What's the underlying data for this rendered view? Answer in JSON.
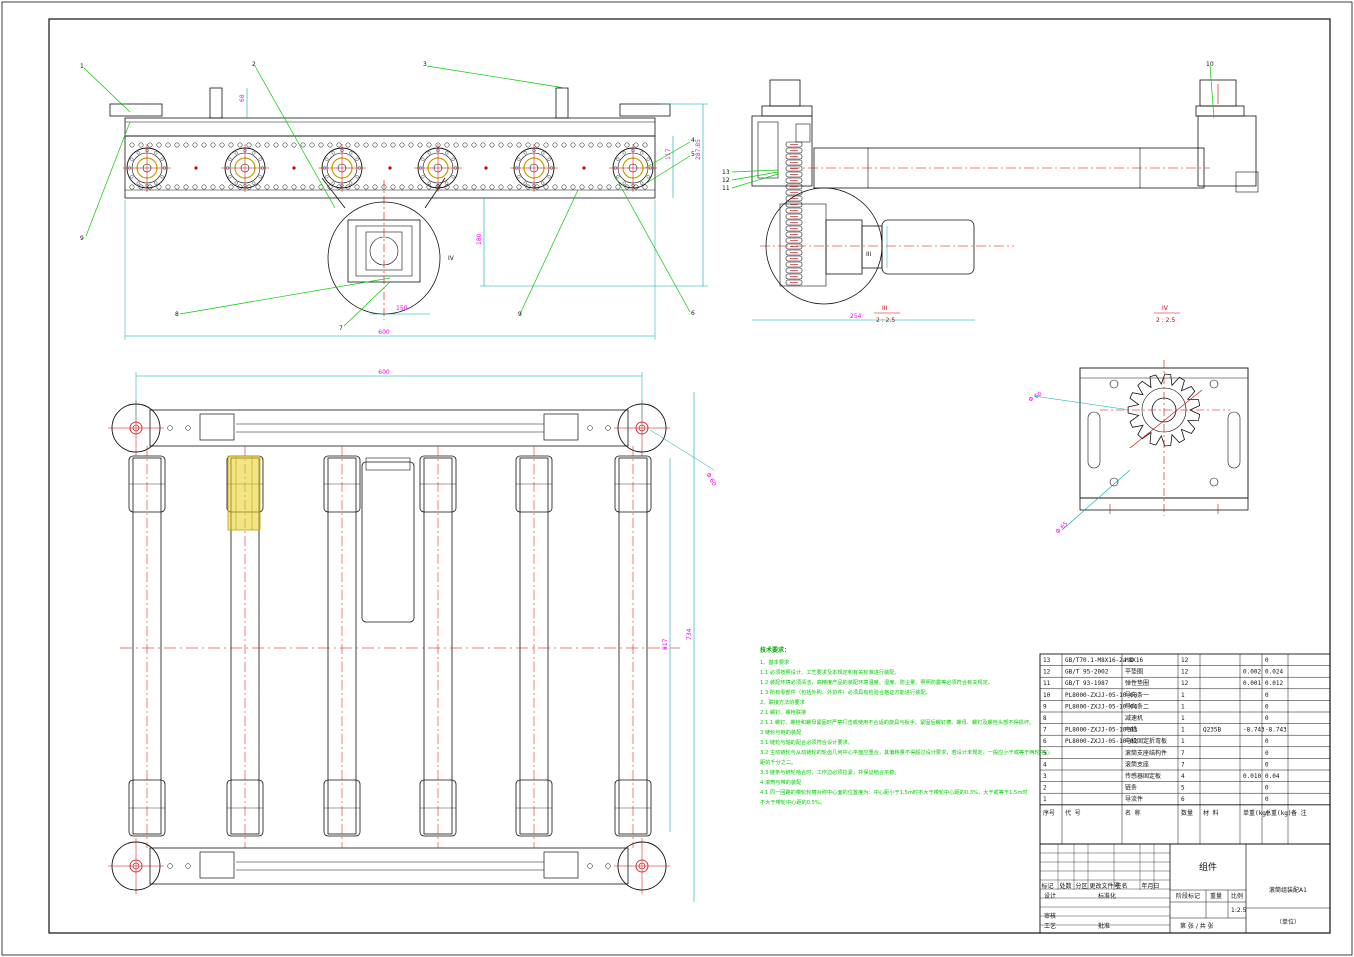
{
  "callouts": [
    "1",
    "2",
    "3",
    "4",
    "5",
    "6",
    "7",
    "8",
    "9",
    "10",
    "11",
    "12",
    "13"
  ],
  "dimensions": {
    "top_width": "600",
    "bottom_width": "600",
    "depth_1": "817",
    "depth_2": "734",
    "right_height_1": "287.85",
    "right_height_2": "117",
    "sprocket_offset": "180",
    "motor_box": "150",
    "top_post": "68",
    "side_width": "254",
    "roller_dia": "Φ 60",
    "hub_dia": "Φ 65",
    "bottom_roller_dia": "Φ 60"
  },
  "views": {
    "detail_iii": "III",
    "detail_iii_scale": "2 : 2.5",
    "detail_iv": "IV",
    "detail_iv_scale": "2 : 2.5"
  },
  "notes_title": "技术要求：",
  "notes": [
    "1、基本要求",
    "1.1 必须按照设计、工艺要求及本规定和有关标准进行装配。",
    "1.2 装配环境必须清洁，高精度产品的装配环境温度、湿度、防尘量、照明防震等必须符合有关规定。",
    "1.3 所有零部件（包括外购、外协件）必须具有检验合格证方能进行装配。",
    "2、联接方法的要求",
    "2.1 螺钉、螺栓联接",
    "2.1.1 螺钉、螺栓和螺母紧固时严禁打击或使用不合适的旋具与扳手。紧固后螺钉槽、螺母、螺钉及螺栓头部不得损坏。",
    "3 链轮与链的装配",
    "3.1 链轮与轴的配合必须符合设计要求。",
    "3.2 主动链轮与从动链轮的轮齿几何中心平面应重合，其偏移量不得超过设计要求，若设计未规定，一般应小于或等于两轮中心距的千分之二。",
    "3.3 链条与链轮啮合时，工作边必须拉紧，并保证啮合平稳。",
    "4 滚筒与带的装配",
    "4.1 同一回路的带轮轮槽对称中心面的位置度为：中心距小于1.5m时不大于带轮中心距的0.3%，大于或等于1.5m时不大于带轮中心距的0.5%。"
  ],
  "bom_rows": [
    {
      "no": "13",
      "code": "GB/T70.1-M8X16-2a.D",
      "name": "M8X16",
      "qty": "12",
      "mat": "",
      "w1": "",
      "w2": "0"
    },
    {
      "no": "12",
      "code": "GB/T 95-2002",
      "name": "平垫圈",
      "qty": "12",
      "mat": "",
      "w1": "0.002",
      "w2": "0.024"
    },
    {
      "no": "11",
      "code": "GB/T 93-1987",
      "name": "弹性垫圈",
      "qty": "12",
      "mat": "",
      "w1": "0.001",
      "w2": "0.012"
    },
    {
      "no": "10",
      "code": "PL8000-ZXJJ-05-10-05",
      "name": "导向条一",
      "qty": "1",
      "mat": "",
      "w1": "",
      "w2": "0"
    },
    {
      "no": "9",
      "code": "PL8000-ZXJJ-05-10-04",
      "name": "导向条二",
      "qty": "1",
      "mat": "",
      "w1": "",
      "w2": "0"
    },
    {
      "no": "8",
      "code": "",
      "name": "减速机",
      "qty": "1",
      "mat": "",
      "w1": "",
      "w2": "0"
    },
    {
      "no": "7",
      "code": "PL8000-ZXJJ-05-10-03",
      "name": "电机",
      "qty": "1",
      "mat": "Q235B",
      "w1": "-8.743",
      "w2": "-8.743"
    },
    {
      "no": "6",
      "code": "PL8000-ZXJJ-05-10-02",
      "name": "电机固定折弯板",
      "qty": "1",
      "mat": "",
      "w1": "",
      "w2": "0"
    },
    {
      "no": "5",
      "code": "",
      "name": "滚筒支座结构件",
      "qty": "7",
      "mat": "",
      "w1": "",
      "w2": "0"
    },
    {
      "no": "4",
      "code": "",
      "name": "滚筒支座",
      "qty": "7",
      "mat": "",
      "w1": "",
      "w2": "0"
    },
    {
      "no": "3",
      "code": "",
      "name": "传感器固定板",
      "qty": "4",
      "mat": "",
      "w1": "0.010",
      "w2": "0.04"
    },
    {
      "no": "2",
      "code": "",
      "name": "链条",
      "qty": "5",
      "mat": "",
      "w1": "",
      "w2": "0"
    },
    {
      "no": "1",
      "code": "",
      "name": "导流件",
      "qty": "6",
      "mat": "",
      "w1": "",
      "w2": "0"
    }
  ],
  "bom_header": {
    "no": "序号",
    "code": "代 号",
    "name": "名 称",
    "qty": "数量",
    "mat": "材 料",
    "w1": "单重(kg)",
    "w2": "总重(kg)",
    "note": "备 注"
  },
  "title_block": {
    "group": "组件",
    "drawing_name": "滚筒组装配A1",
    "unit": "（单位）",
    "scale": "1:2.5",
    "stage_mark": "阶段标记",
    "weight": "重量",
    "ratio": "比例",
    "sheet": "第  张 / 共  张",
    "rev_labels": [
      "标记",
      "处数",
      "分区",
      "更改文件号",
      "签名",
      "年月日"
    ],
    "design": "设计",
    "standardize": "标准化",
    "review": "审核",
    "process": "工艺",
    "approve": "批准"
  }
}
